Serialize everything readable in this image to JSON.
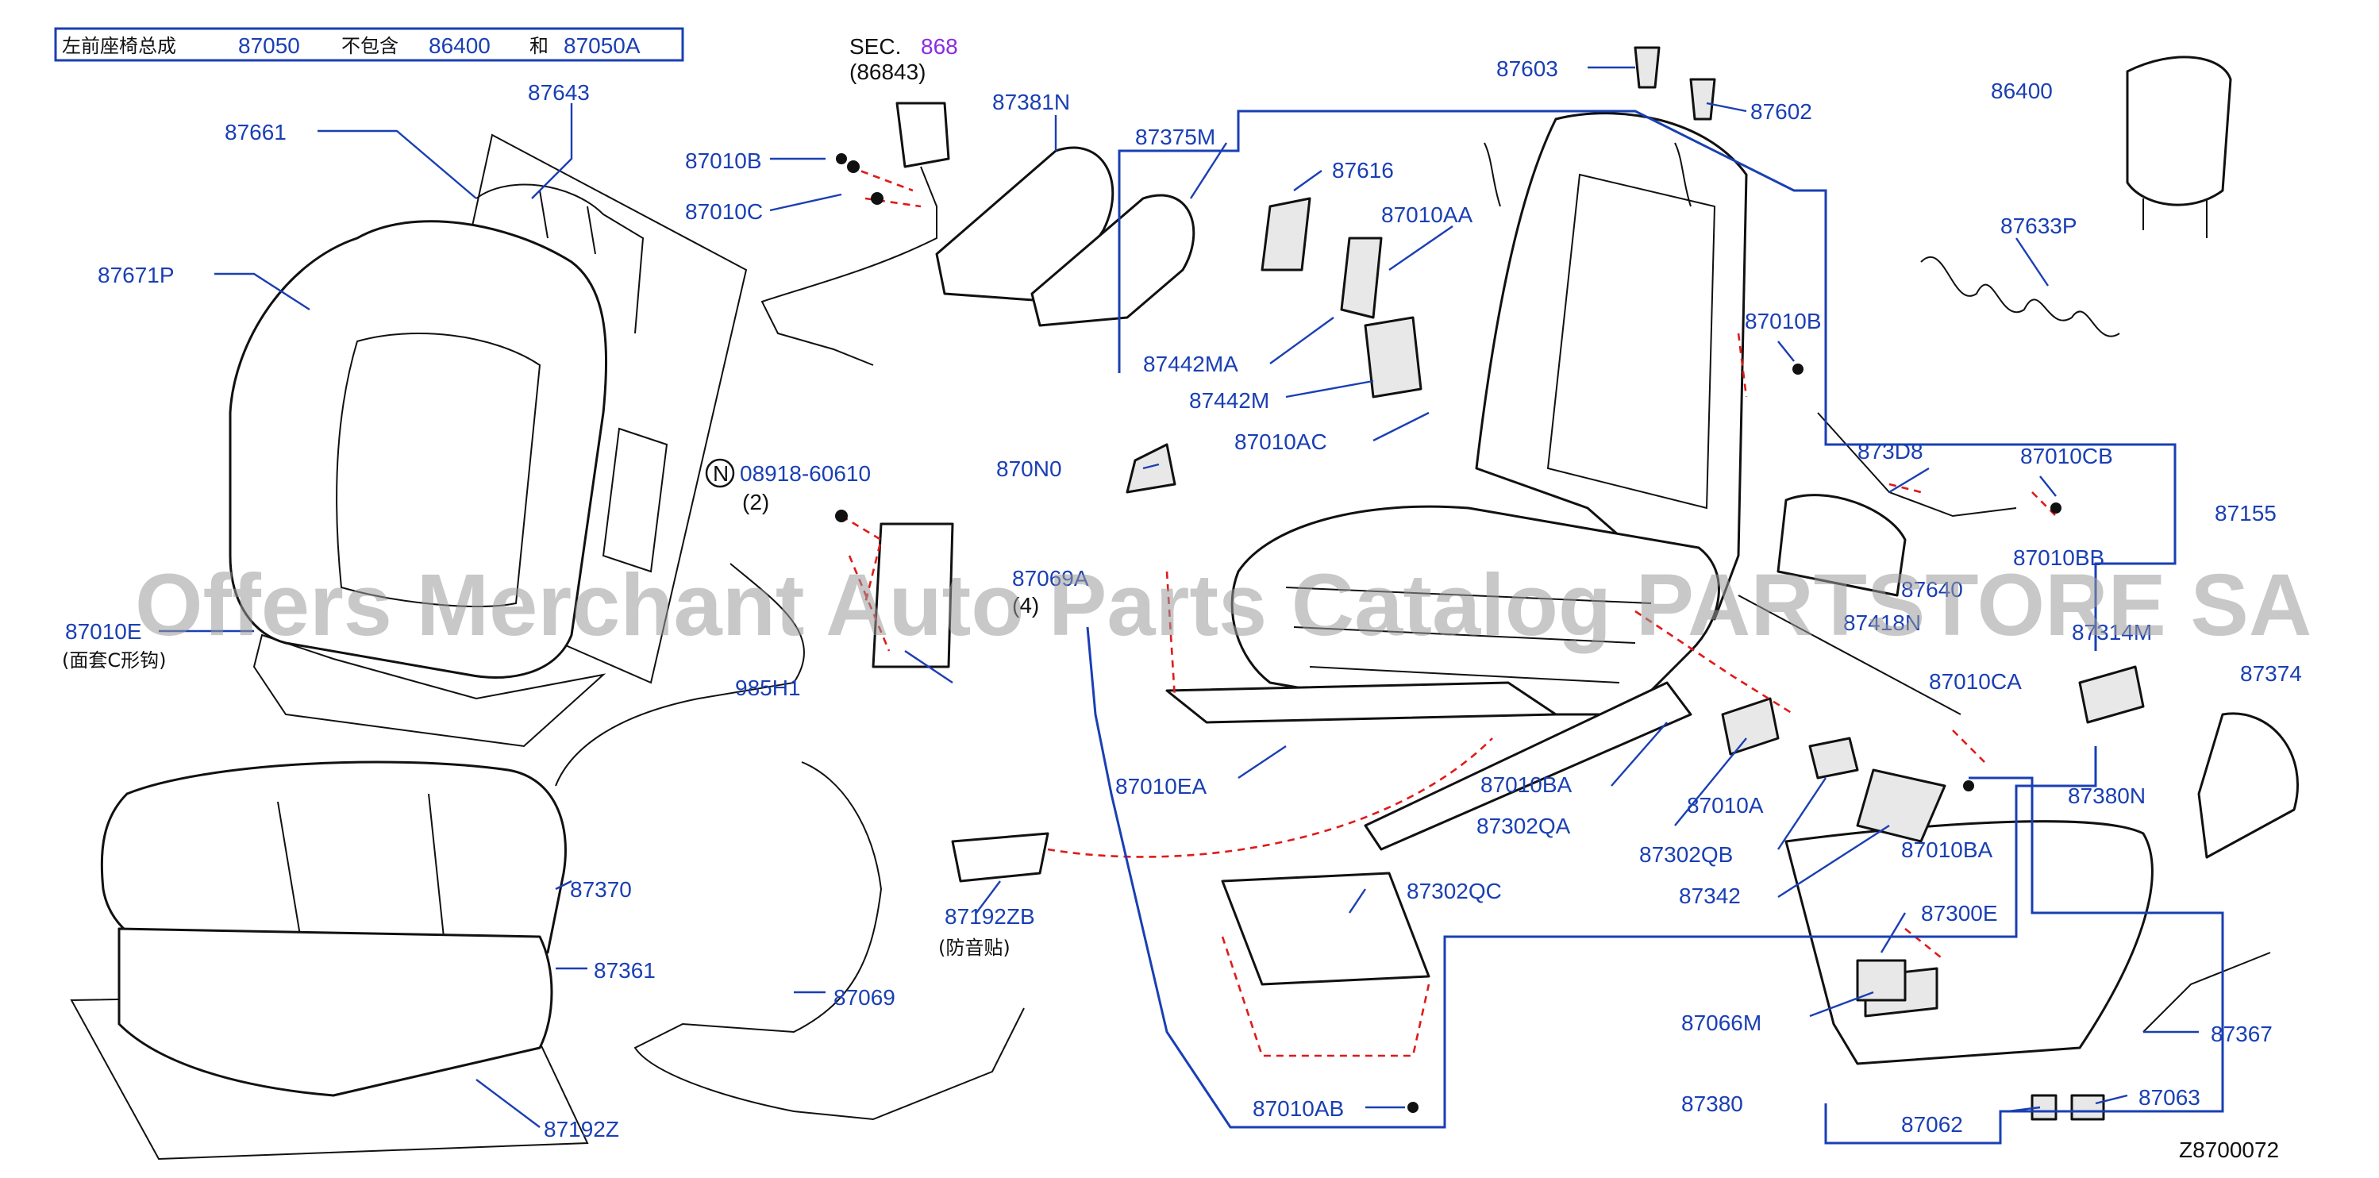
{
  "header": {
    "seat_label": "左前座椅总成",
    "part_a": "87050",
    "excl_label": "不包含",
    "part_b": "86400",
    "and_label": "和",
    "part_c": "87050A"
  },
  "sec": {
    "prefix": "SEC.",
    "number": "868",
    "sub": "(86843)",
    "number_color": "#8a2be2"
  },
  "callouts": {
    "c87643": "87643",
    "c87661": "87661",
    "c87671P": "87671P",
    "c87010E": "87010E",
    "c87010E_note": "(面套C形钩)",
    "c87010B_a": "87010B",
    "c87010C": "87010C",
    "c87381N": "87381N",
    "c87375M": "87375M",
    "c87616": "87616",
    "c87010AA": "87010AA",
    "c87442MA": "87442MA",
    "c87442M": "87442M",
    "c87010AC": "87010AC",
    "c87603": "87603",
    "c87602": "87602",
    "c86400": "86400",
    "c87633P": "87633P",
    "c87010B_b": "87010B",
    "c873D8": "873D8",
    "c87010CB": "87010CB",
    "c87010BB": "87010BB",
    "c87155": "87155",
    "c08918_prefix": "N",
    "c08918": "08918-60610",
    "c08918_qty": "(2)",
    "c985H1": "985H1",
    "c870N0": "870N0",
    "c87069A": "87069A",
    "c87069A_qty": "(4)",
    "c87640": "87640",
    "c87418N": "87418N",
    "c87314M": "87314M",
    "c87374": "87374",
    "c87010CA": "87010CA",
    "c87010EA": "87010EA",
    "c87010BA_a": "87010BA",
    "c87010A": "87010A",
    "c87302QA": "87302QA",
    "c87302QB": "87302QB",
    "c87010BA_b": "87010BA",
    "c87342": "87342",
    "c87380N": "87380N",
    "c87370": "87370",
    "c87361": "87361",
    "c87192Z": "87192Z",
    "c87069": "87069",
    "c87192ZB": "87192ZB",
    "c87192ZB_note": "(防音贴)",
    "c87302QC": "87302QC",
    "c87300E": "87300E",
    "c87066M": "87066M",
    "c87367": "87367",
    "c87380": "87380",
    "c87063": "87063",
    "c87062": "87062",
    "c87010AB": "87010AB"
  },
  "watermark": "Offers Merchant Auto Parts Catalog PARTSTORE SA",
  "diagram_code": "Z8700072",
  "colors": {
    "callout": "#1a3fb4",
    "hardware_line": "#e01a1a",
    "parts": "#111111"
  }
}
